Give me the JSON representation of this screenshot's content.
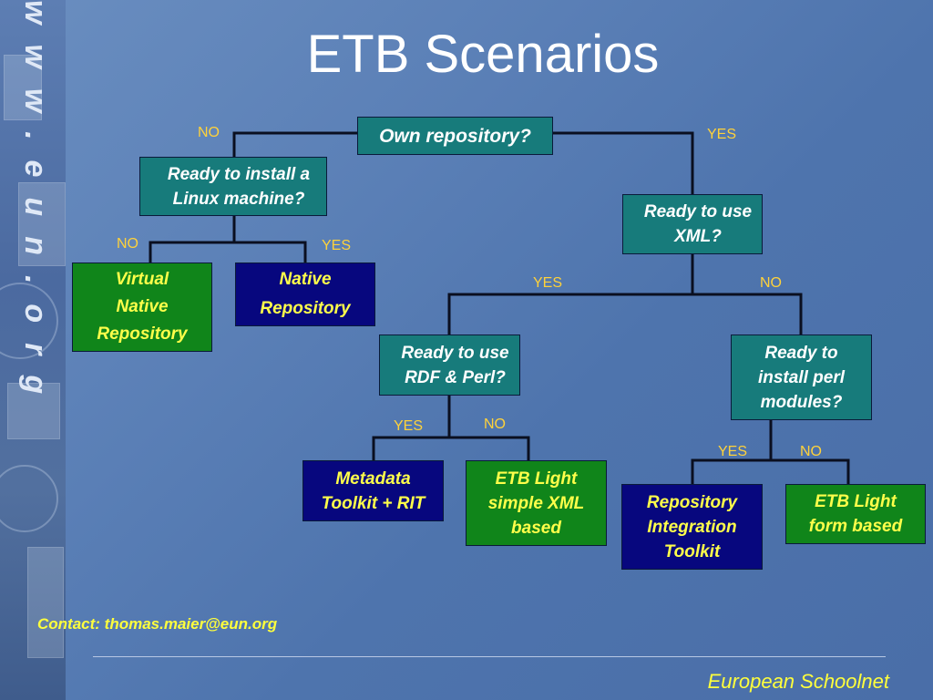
{
  "sidebar": {
    "url_text": "www.eun.org"
  },
  "title": "ETB Scenarios",
  "nodes": {
    "own_repository": "Own repository?",
    "install_linux": "Ready to install a\nLinux machine?",
    "use_xml": "Ready to use\nXML?",
    "virtual_native": "Virtual\nNative\nRepository",
    "native_repo": "Native\nRepository",
    "rdf_perl": "Ready to use\nRDF & Perl?",
    "install_perl": "Ready to\ninstall perl\nmodules?",
    "metadata_toolkit": "Metadata\nToolkit + RIT",
    "etb_light_xml": "ETB Light\nsimple XML\nbased",
    "rit": "Repository\nIntegration\nToolkit",
    "etb_light_form": "ETB Light\nform based"
  },
  "labels": {
    "no": "NO",
    "yes": "YES"
  },
  "colors": {
    "question": "#177b7b",
    "outcome_green": "#10851a",
    "outcome_navy": "#07077e",
    "label": "#ffd23a",
    "outcome_text": "#ffff4a"
  },
  "contact": "Contact: thomas.maier@eun.org",
  "footer": "European Schoolnet"
}
